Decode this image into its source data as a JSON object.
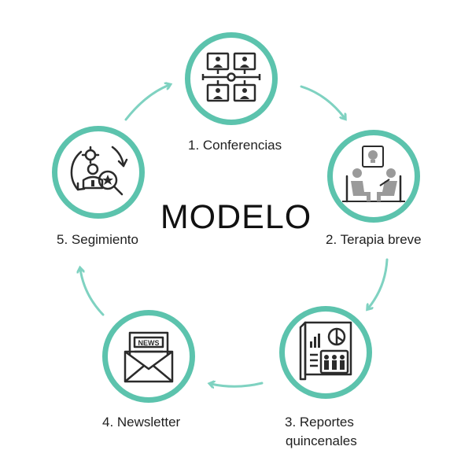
{
  "title": "MODELO",
  "colors": {
    "ring": "#5cc3ad",
    "arrow": "#7fd2c1",
    "icon": "#2b2b2b",
    "icon_fill": "#9a9a9a"
  },
  "stages": [
    {
      "label": "1. Conferencias",
      "icon": "video-conference-icon"
    },
    {
      "label": "2. Terapia breve",
      "icon": "therapy-session-icon"
    },
    {
      "label_line1": "3. Reportes",
      "label_line2": "quincenales",
      "icon": "report-analytics-icon"
    },
    {
      "label": "4. Newsletter",
      "icon": "newsletter-envelope-icon"
    },
    {
      "label": "5. Segimiento",
      "icon": "follow-up-icon"
    }
  ],
  "newsletter_text": "NEWS"
}
